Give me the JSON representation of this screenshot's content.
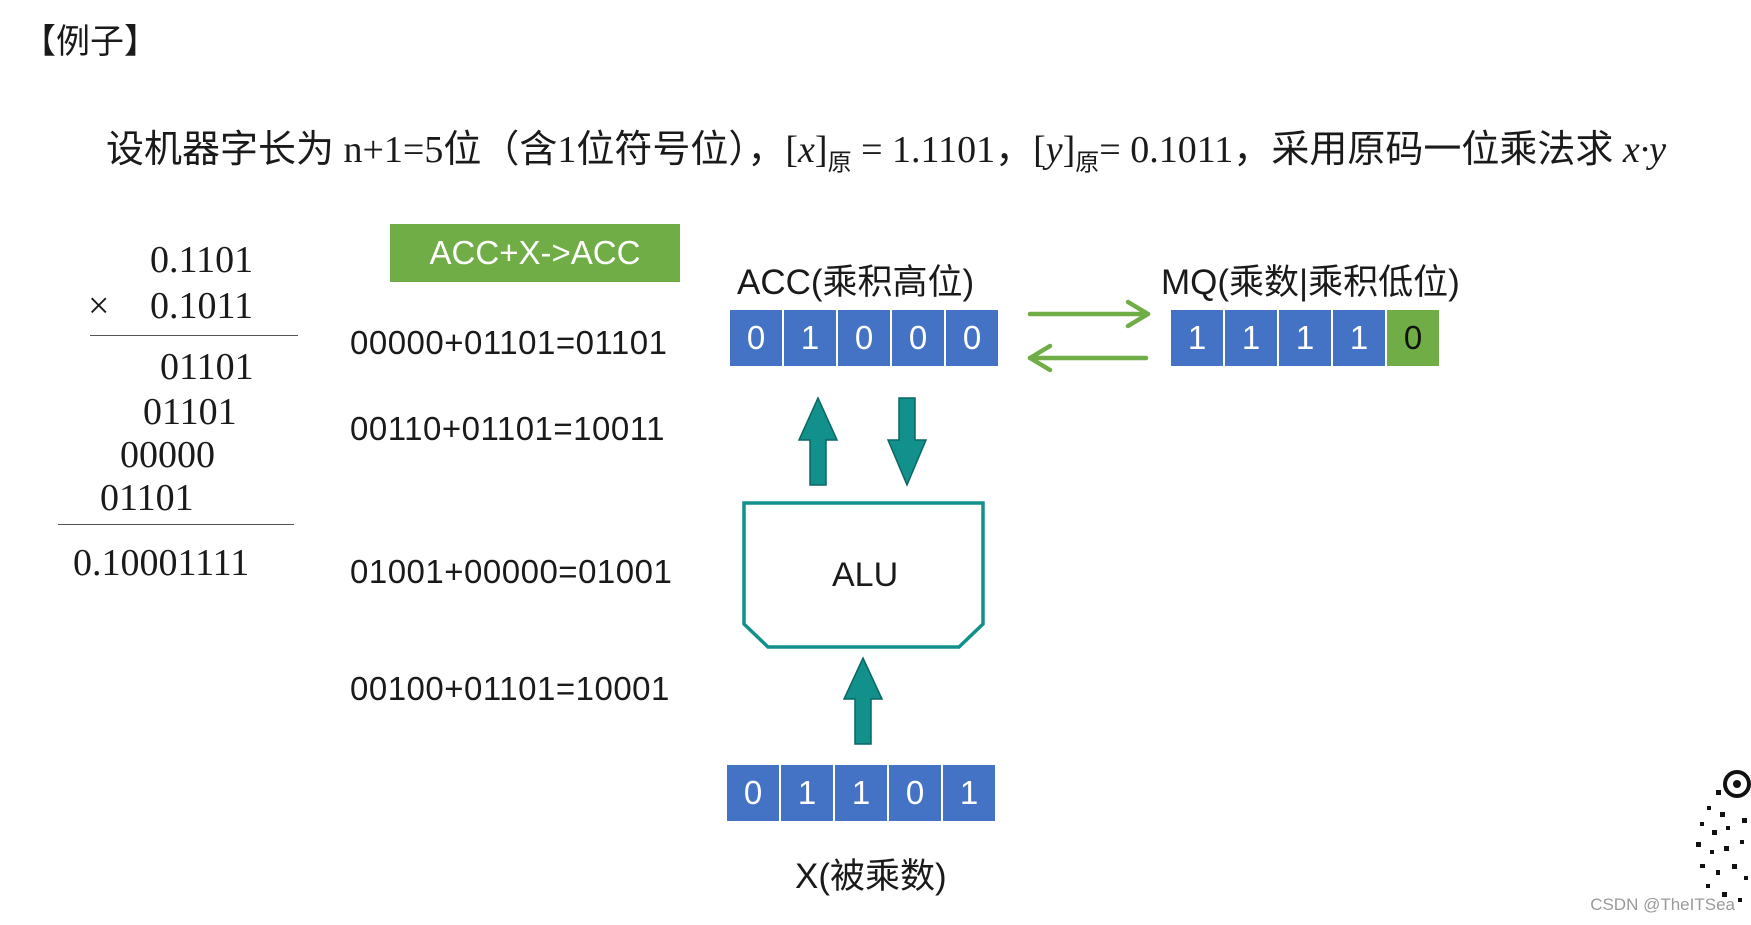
{
  "heading": "【例子】",
  "problem": {
    "lead": "设机器字长为 n+1=5位（含1位符号位），",
    "x_open": "[",
    "x_var": "x",
    "x_close": "]",
    "x_sub": "原",
    "x_val": " = 1.1101，",
    "y_open": "[",
    "y_var": "y",
    "y_close": "]",
    "y_sub": "原",
    "y_val": "= 0.1011，",
    "tail": "采用原码一位乘法求 ",
    "expr": "x·y"
  },
  "manual_calc": {
    "multiplicand": "0.1101",
    "times_sign": "×",
    "multiplier": "0.1011",
    "partials": [
      "01101",
      "01101",
      "00000",
      "01101"
    ],
    "result": "0.10001111"
  },
  "operation": "ACC+X->ACC",
  "steps": [
    "00000+01101=01101",
    "00110+01101=10011",
    "01001+00000=01001",
    "00100+01101=10001"
  ],
  "registers": {
    "acc": {
      "label": "ACC(乘积高位)",
      "bits": [
        "0",
        "1",
        "0",
        "0",
        "0"
      ]
    },
    "mq": {
      "label": "MQ(乘数|乘积低位)",
      "bits": [
        "1",
        "1",
        "1",
        "1",
        "0"
      ]
    },
    "x": {
      "label": "X(被乘数)",
      "bits": [
        "0",
        "1",
        "1",
        "0",
        "1"
      ]
    }
  },
  "alu_label": "ALU",
  "colors": {
    "register_blue": "#4472c4",
    "accent_green": "#70ad47",
    "arrow_teal": "#11908c"
  },
  "watermark": "CSDN @TheITSea"
}
